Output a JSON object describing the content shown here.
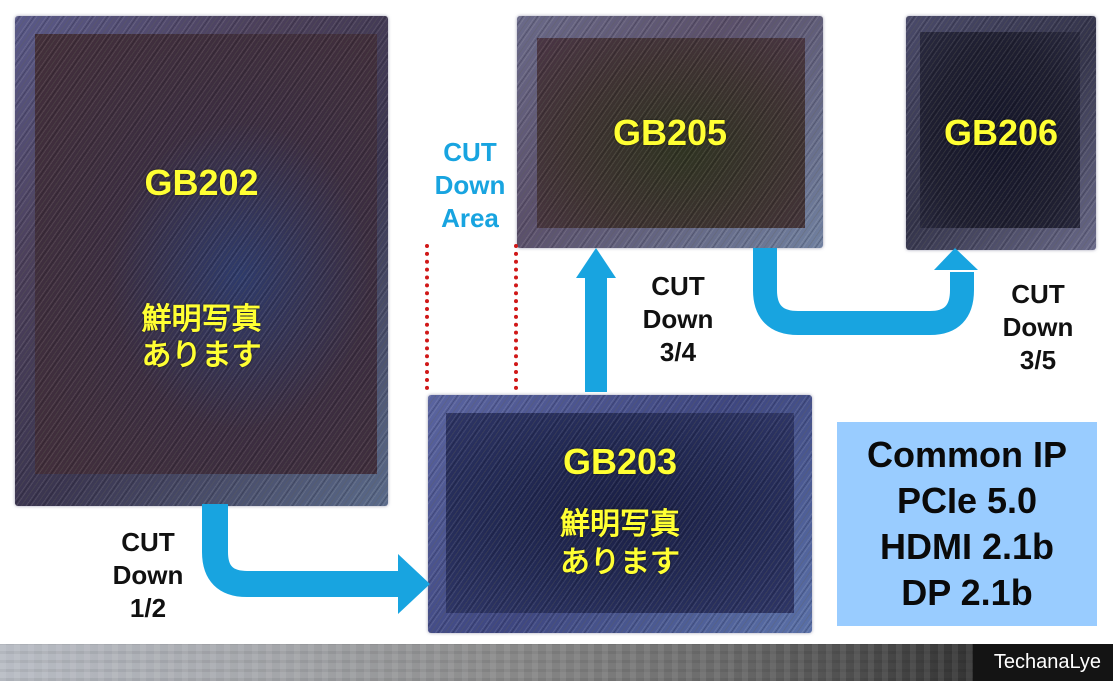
{
  "dies": {
    "gb202": {
      "name": "GB202",
      "note_line1": "鮮明写真",
      "note_line2": "あります"
    },
    "gb203": {
      "name": "GB203",
      "note_line1": "鮮明写真",
      "note_line2": "あります"
    },
    "gb205": {
      "name": "GB205"
    },
    "gb206": {
      "name": "GB206"
    }
  },
  "cut_labels": {
    "half": {
      "line1": "CUT",
      "line2": "Down",
      "line3": "1/2"
    },
    "three_quarters": {
      "line1": "CUT",
      "line2": "Down",
      "line3": "3/4"
    },
    "three_fifths": {
      "line1": "CUT",
      "line2": "Down",
      "line3": "3/5"
    },
    "area": {
      "line1": "CUT",
      "line2": "Down",
      "line3": "Area"
    }
  },
  "common_ip": {
    "lines": [
      "Common IP",
      "PCIe 5.0",
      "HDMI 2.1b",
      "DP 2.1b"
    ]
  },
  "footer": {
    "brand": "TechanaLye"
  },
  "colors": {
    "arrow": "#18a4e0",
    "die_text": "#ffff33",
    "ip_box": "#99ccff",
    "dotted_line": "#d01818"
  }
}
